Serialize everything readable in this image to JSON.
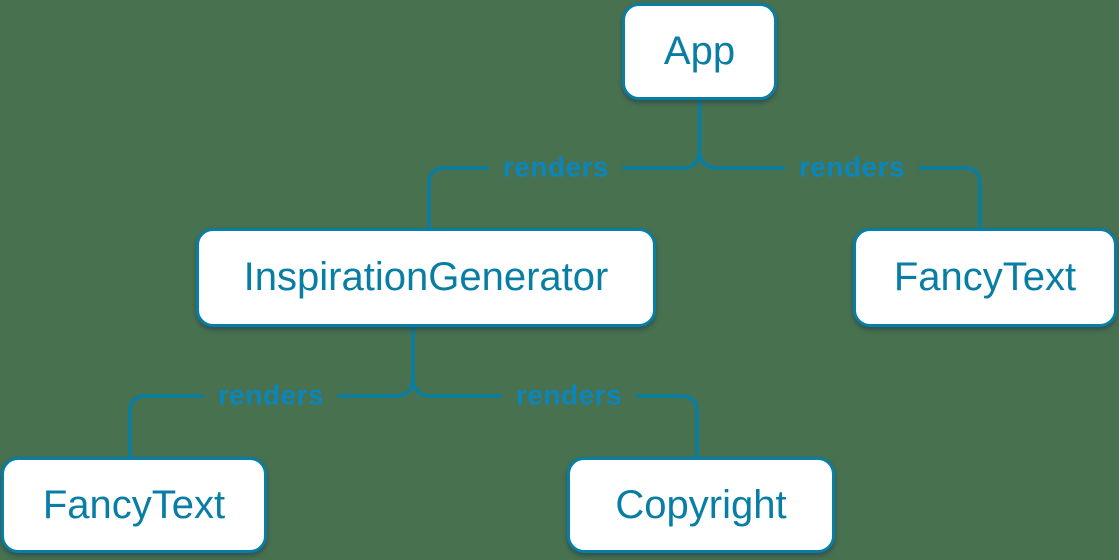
{
  "diagram": {
    "type": "tree",
    "description": "React render tree diagram",
    "colors": {
      "background": "#48714F",
      "node_fill": "#FFFFFF",
      "node_border": "#087EA4",
      "node_text": "#087EA4",
      "edge_line": "#087EA4",
      "edge_label_text": "#0B86BC"
    },
    "nodes": [
      {
        "id": "app",
        "label": "App"
      },
      {
        "id": "inspiration-generator",
        "label": "InspirationGenerator"
      },
      {
        "id": "fancy-text-top",
        "label": "FancyText"
      },
      {
        "id": "fancy-text-bottom",
        "label": "FancyText"
      },
      {
        "id": "copyright",
        "label": "Copyright"
      }
    ],
    "edges": [
      {
        "from": "App",
        "to": "InspirationGenerator",
        "label": "renders"
      },
      {
        "from": "App",
        "to": "FancyText",
        "label": "renders"
      },
      {
        "from": "InspirationGenerator",
        "to": "FancyText",
        "label": "renders"
      },
      {
        "from": "InspirationGenerator",
        "to": "Copyright",
        "label": "renders"
      }
    ]
  }
}
